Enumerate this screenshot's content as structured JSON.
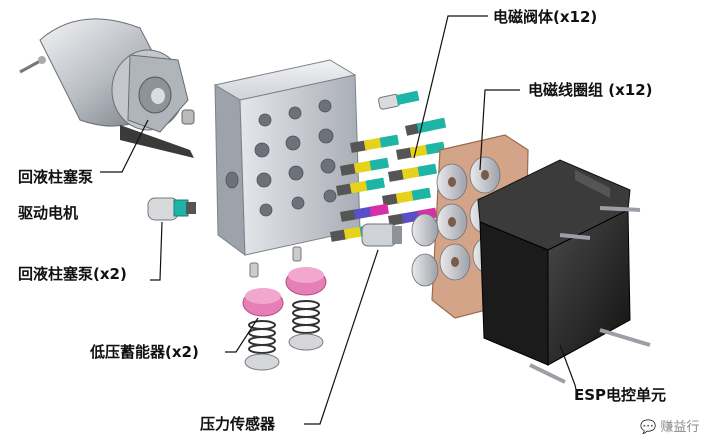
{
  "labels": {
    "solenoid_valve": "电磁阀体(x12)",
    "coil_group": "电磁线圈组 (x12)",
    "pump_motor_line1": "回液柱塞泵",
    "pump_motor_line2": "驱动电机",
    "plunger_pump": "回液柱塞泵(x2)",
    "accumulator": "低压蓄能器(x2)",
    "pressure_sensor": "压力传感器",
    "esp_unit": "ESP电控单元"
  },
  "watermark": "赚益行",
  "colors": {
    "valve_teal": "#1fb5a6",
    "valve_yellow": "#e6d21a",
    "accumulator_pink": "#e67fb6",
    "coil_frame": "#c98b6a",
    "ecu_black": "#1f1f1f",
    "block_silver": "#c9ccd3"
  }
}
